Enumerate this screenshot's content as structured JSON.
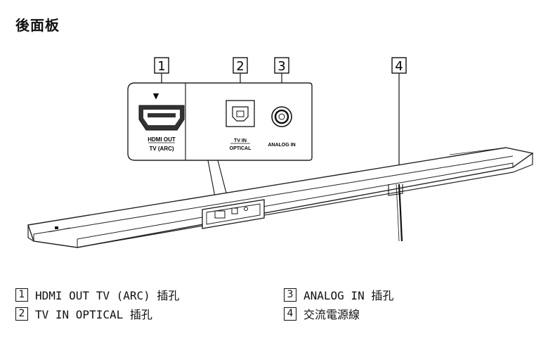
{
  "title": "後面板",
  "callouts": [
    "1",
    "2",
    "3",
    "4"
  ],
  "ports": {
    "hdmi_line1": "HDMI  OUT",
    "hdmi_line2": "TV (ARC)",
    "optical_line1": "TV  IN",
    "optical_line2": "OPTICAL",
    "analog": "ANALOG IN",
    "arrow_mark": "▼"
  },
  "legend": [
    {
      "num": "1",
      "text": "HDMI OUT TV (ARC) 插孔"
    },
    {
      "num": "2",
      "text": "TV IN OPTICAL 插孔"
    },
    {
      "num": "3",
      "text": "ANALOG IN 插孔"
    },
    {
      "num": "4",
      "text": "交流電源線"
    }
  ]
}
